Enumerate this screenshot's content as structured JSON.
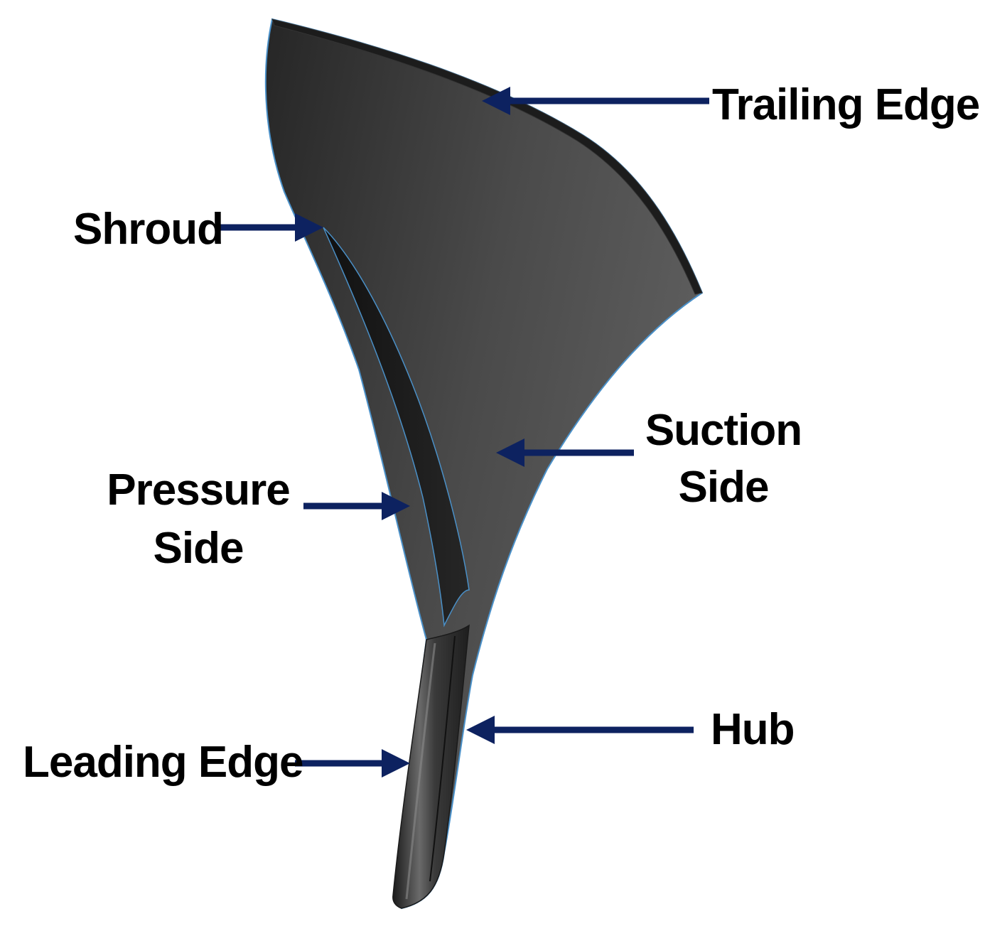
{
  "labels": {
    "trailing_edge": "Trailing Edge",
    "shroud": "Shroud",
    "suction_side_line1": "Suction",
    "suction_side_line2": "Side",
    "pressure_side_line1": "Pressure",
    "pressure_side_line2": "Side",
    "hub": "Hub",
    "leading_edge": "Leading Edge"
  },
  "colors": {
    "arrow": "#0d2260",
    "blade_dark": "#2e2e2e",
    "blade_light": "#5c5c5c",
    "edge_outline": "#4a90c8",
    "text": "#000000"
  }
}
